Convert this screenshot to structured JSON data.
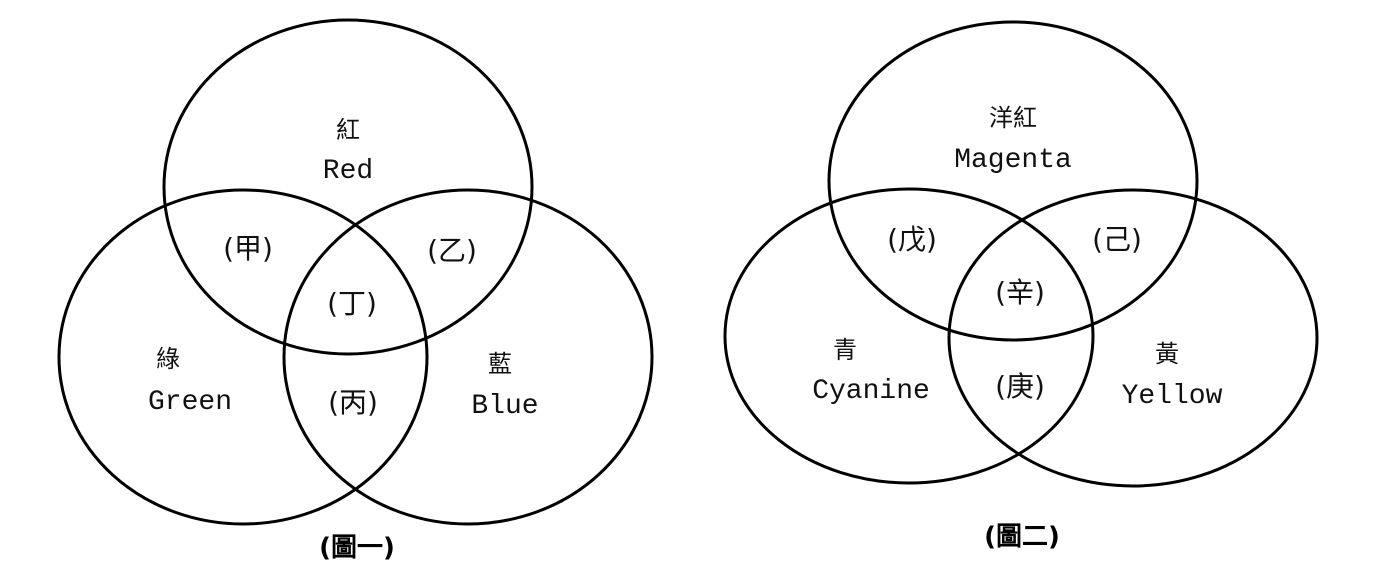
{
  "diagram_1": {
    "caption": "(圖一)",
    "circles": {
      "top": {
        "zh": "紅",
        "en": "Red"
      },
      "left": {
        "zh": "綠",
        "en": "Green"
      },
      "right": {
        "zh": "藍",
        "en": "Blue"
      }
    },
    "overlaps": {
      "top_left": "(甲)",
      "top_right": "(乙)",
      "center": "(丁)",
      "left_right": "(丙)"
    }
  },
  "diagram_2": {
    "caption": "(圖二)",
    "circles": {
      "top": {
        "zh": "洋紅",
        "en": "Magenta"
      },
      "left": {
        "zh": "青",
        "en": "Cyanine"
      },
      "right": {
        "zh": "黃",
        "en": "Yellow"
      }
    },
    "overlaps": {
      "top_left": "(戊)",
      "top_right": "(己)",
      "center": "(辛)",
      "left_right": "(庚)"
    }
  },
  "colors": {
    "stroke": "#000000",
    "text": "#111111",
    "background": "#ffffff"
  }
}
